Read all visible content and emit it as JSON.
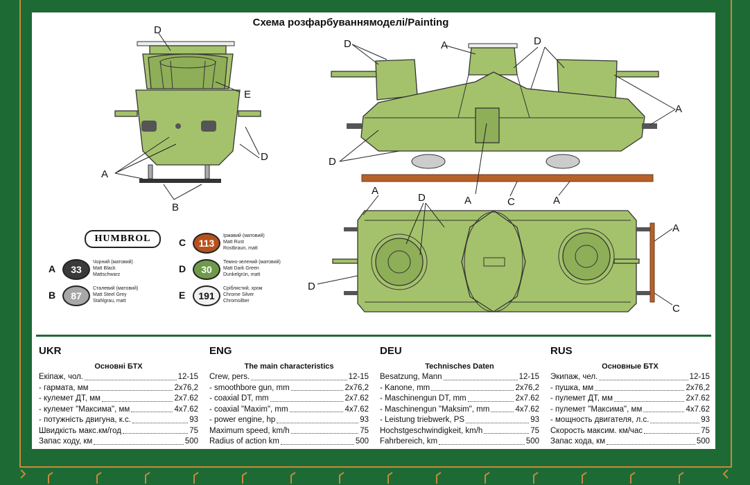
{
  "title": "Схема розфарбуваннямоделі/Painting",
  "callouts": {
    "front": [
      "D",
      "E",
      "D",
      "A",
      "B"
    ],
    "side": [
      "D",
      "A",
      "D",
      "A",
      "D",
      "A",
      "C",
      "A"
    ],
    "top": [
      "A",
      "D",
      "D",
      "A",
      "C"
    ]
  },
  "legend": {
    "brand": "HUMBROL",
    "paints": [
      {
        "letter": "A",
        "number": "33",
        "color": "#3a3a3a",
        "text_color": "#ffffff",
        "desc": [
          "Чорний (матовий)",
          "Matt Black",
          "Mattschwarz"
        ]
      },
      {
        "letter": "B",
        "number": "87",
        "color": "#a7a7a7",
        "text_color": "#ffffff",
        "desc": [
          "Сталевий (матовий)",
          "Matt Steel Grey",
          "Stahlgrau, matt"
        ]
      },
      {
        "letter": "C",
        "number": "113",
        "color": "#b5521e",
        "text_color": "#ffffff",
        "desc": [
          "Іржавий (матовий)",
          "Matt Rust",
          "Rostbraun, matt"
        ]
      },
      {
        "letter": "D",
        "number": "30",
        "color": "#6f9a4c",
        "text_color": "#ffffff",
        "desc": [
          "Темно-зелений (матовий)",
          "Matt Dark Green",
          "Dunkelgrün, matt"
        ]
      },
      {
        "letter": "E",
        "number": "191",
        "color": "#f2f2f2",
        "text_color": "#111111",
        "desc": [
          "Сріблястий, хром",
          "Chrome Silver",
          "Chromsilber"
        ]
      }
    ]
  },
  "specs": [
    {
      "lang": "UKR",
      "heading": "Основні БТХ",
      "rows": [
        {
          "k": "Екіпаж, чол.",
          "v": "12-15"
        },
        {
          "k": "- гармата, мм",
          "v": "2x76,2"
        },
        {
          "k": "- кулемет ДТ, мм",
          "v": "2x7.62"
        },
        {
          "k": "- кулемет \"Максима\", мм",
          "v": "4x7.62"
        },
        {
          "k": "- потужність двигуна, к.с.",
          "v": "93"
        },
        {
          "k": "Швидкість макс.км/год",
          "v": "75"
        },
        {
          "k": "Запас ходу, км",
          "v": "500"
        }
      ]
    },
    {
      "lang": "ENG",
      "heading": "The main characteristics",
      "rows": [
        {
          "k": "Crew, pers.",
          "v": "12-15"
        },
        {
          "k": "- smoothbore gun, mm",
          "v": "2x76,2"
        },
        {
          "k": "- coaxial DT, mm",
          "v": "2x7.62"
        },
        {
          "k": "- coaxial \"Maxim\", mm",
          "v": "4x7.62"
        },
        {
          "k": "- power engine, hp",
          "v": "93"
        },
        {
          "k": "Maximum speed, km/h",
          "v": "75"
        },
        {
          "k": "Radius of action km",
          "v": "500"
        }
      ]
    },
    {
      "lang": "DEU",
      "heading": "Technisches Daten",
      "rows": [
        {
          "k": "Besatzung, Mann",
          "v": "12-15"
        },
        {
          "k": "- Kanone, mm",
          "v": "2x76,2"
        },
        {
          "k": "- Maschinengun DT, mm",
          "v": "2x7.62"
        },
        {
          "k": "- Maschinengun \"Maksim\", mm",
          "v": "4x7.62"
        },
        {
          "k": "- Leistung triebwerk, PS",
          "v": "93"
        },
        {
          "k": "Hochstgeschwindigkeit, km/h",
          "v": "75"
        },
        {
          "k": "Fahrbereich, km",
          "v": "500"
        }
      ]
    },
    {
      "lang": "RUS",
      "heading": "Основные БТХ",
      "rows": [
        {
          "k": "Экипаж, чел.",
          "v": "12-15"
        },
        {
          "k": "- пушка, мм",
          "v": "2x76,2"
        },
        {
          "k": "- пулемет ДТ, мм",
          "v": "2x7.62"
        },
        {
          "k": "- пулемет \"Максима\", мм",
          "v": "4x7.62"
        },
        {
          "k": "- мощность двигателя, л.с.",
          "v": "93"
        },
        {
          "k": "Скорость максим. км/час",
          "v": "75"
        },
        {
          "k": "Запас хода, км",
          "v": "500"
        }
      ]
    }
  ]
}
